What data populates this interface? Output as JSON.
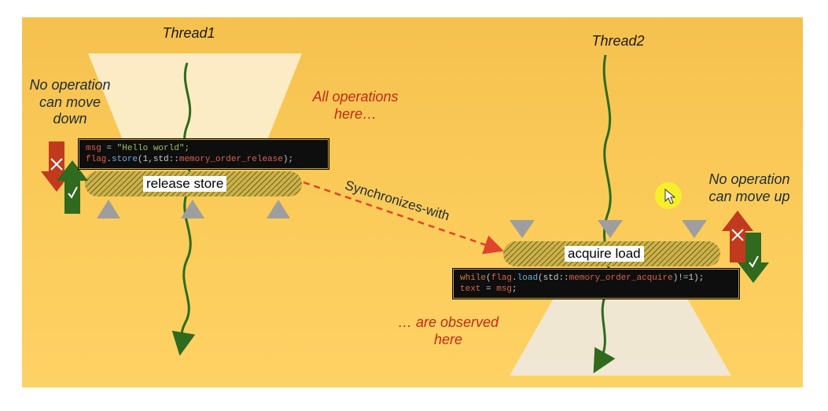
{
  "diagram": {
    "thread1_label": "Thread1",
    "thread2_label": "Thread2",
    "note_left": "No operation can move down",
    "note_right": "No operation can move up",
    "note_all_ops": "All operations here…",
    "note_observed": "… are observed here",
    "sync_label": "Synchronizes-with",
    "release_label": "release store",
    "acquire_label": "acquire load",
    "code_release": [
      "msg = \"Hello world\";",
      "flag.store(1,std::memory_order_release);"
    ],
    "code_acquire": [
      "while(flag.load(std::memory_order_acquire)!=1);",
      "text = msg;"
    ],
    "colors": {
      "background": "#fbcc5a",
      "red_text": "#c22a1a",
      "green_arrow": "#2f6a1e",
      "red_arrow": "#c23a1e",
      "sync_arrow": "#e0442a"
    }
  }
}
